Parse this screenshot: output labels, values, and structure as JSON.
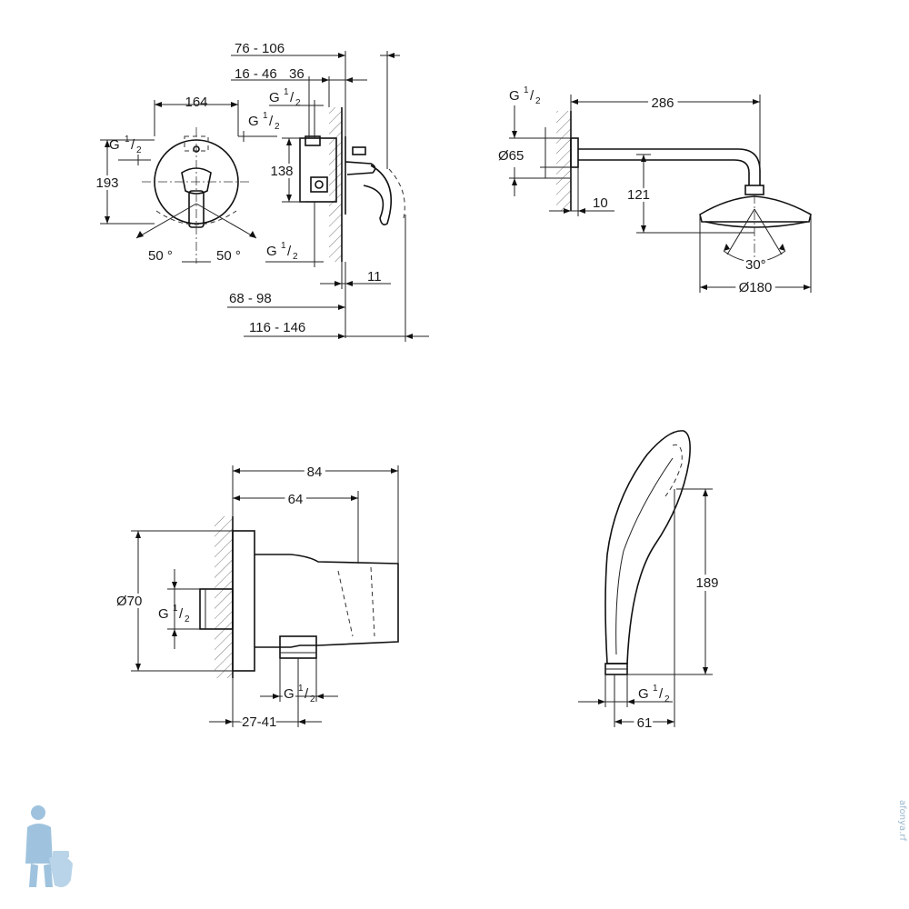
{
  "mixer": {
    "width_plate": "164",
    "height_plate": "193",
    "thread_left_base": "G",
    "thread_left_num": "1",
    "thread_left_den": "2",
    "thread_right_base": "G",
    "thread_right_num": "1",
    "thread_right_den": "2",
    "thread_top_base": "G",
    "thread_top_num": "1",
    "thread_top_den": "2",
    "thread_bottom_base": "G",
    "thread_bottom_num": "1",
    "thread_bottom_den": "2",
    "angle_left": "50 °",
    "angle_right": "50 °",
    "depth_76_106": "76 - 106",
    "depth_16_46": "16 - 46",
    "depth_36": "36",
    "height_138": "138",
    "depth_68_98": "68 - 98",
    "depth_116_146": "116 - 146",
    "wall_11": "11"
  },
  "shower_arm": {
    "thread_base": "G",
    "thread_num": "1",
    "thread_den": "2",
    "length_286": "286",
    "flange_d65": "Ø65",
    "offset_10": "10",
    "drop_121": "121",
    "angle_30": "30°",
    "head_d180": "Ø180"
  },
  "wall_outlet": {
    "width_84": "84",
    "width_64": "64",
    "flange_d70": "Ø70",
    "thread_in_base": "G",
    "thread_in_num": "1",
    "thread_in_den": "2",
    "thread_out_base": "G",
    "thread_out_num": "1",
    "thread_out_den": "2",
    "depth_27_41": "27-41"
  },
  "hand_shower": {
    "length_189": "189",
    "thread_base": "G",
    "thread_num": "1",
    "thread_den": "2",
    "width_61": "61"
  },
  "watermark": {
    "side_text": "afonya.rf"
  }
}
